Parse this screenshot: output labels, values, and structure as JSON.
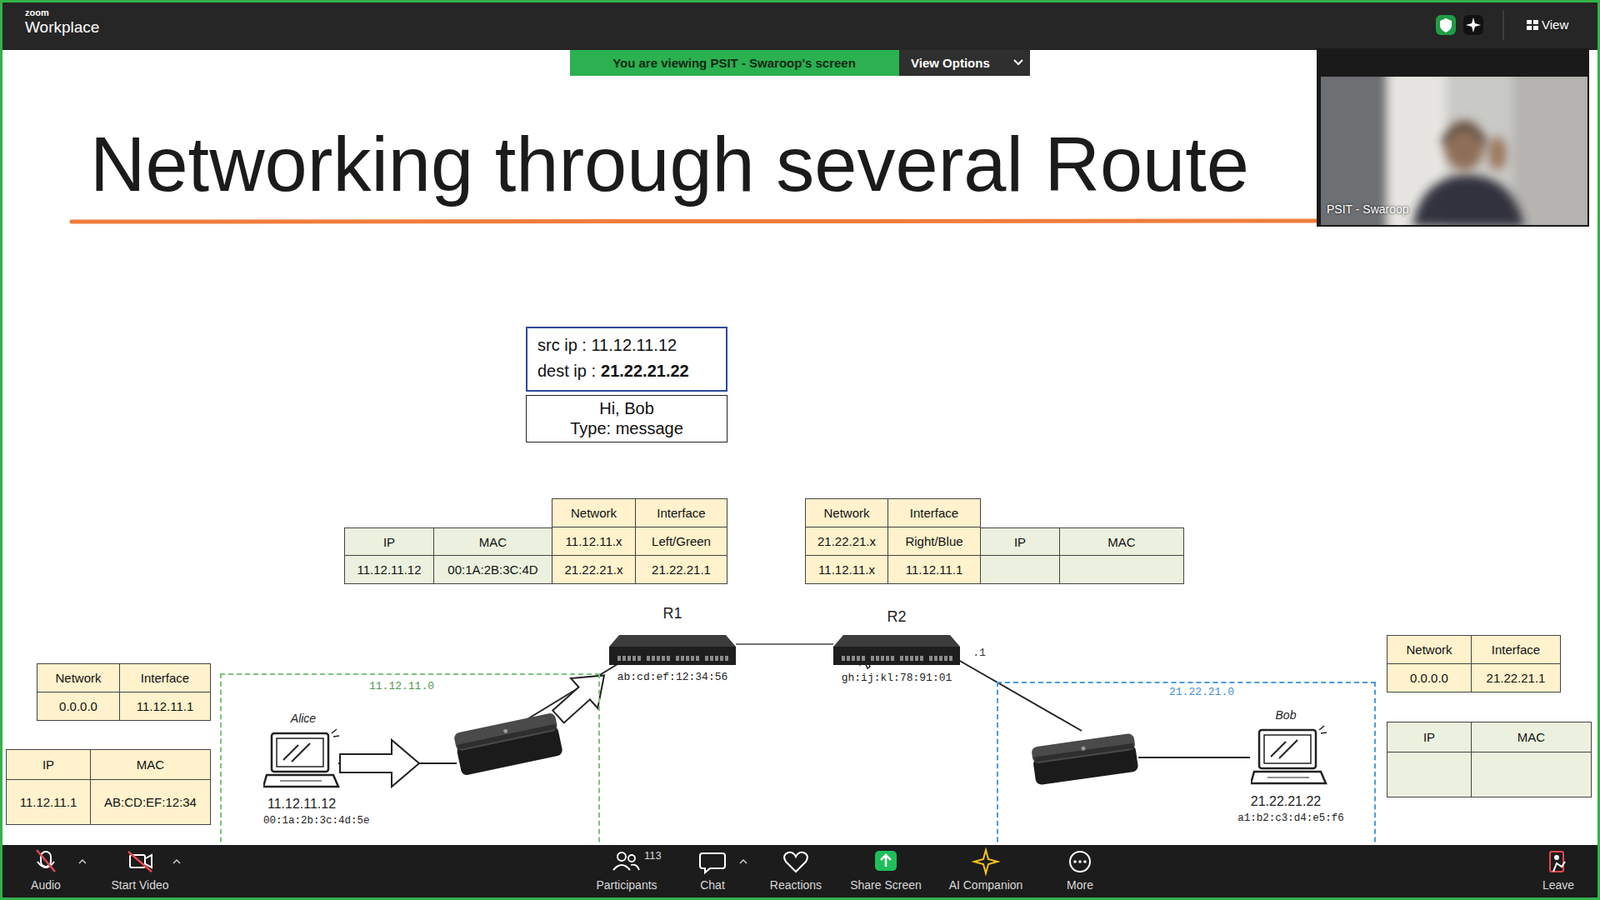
{
  "diagram": {
    "title": "Networking through several Route",
    "nodes": [
      {
        "text": [
          "src ip : 11.12.11.12",
          "dest ip :",
          "21.22.21.22"
        ]
      },
      {
        "text": [
          "Hi, Bob",
          "Type: message"
        ]
      },
      {
        "text": [
          "R1",
          "ab:cd:ef:12:34:56"
        ]
      },
      {
        "text": [
          "R2",
          "gh:ij:kl:78:91:01"
        ]
      },
      {
        "text": [
          "11.12.11.0"
        ]
      },
      {
        "text": [
          "Alice",
          "11.12.11.12",
          "00:1a:2b:3c:4d:5e"
        ],
        "in": 4
      },
      {
        "text": [
          "21.22.21.0"
        ]
      },
      {
        "text": [
          "Bob",
          "21.22.21.22",
          "a1:b2:c3:d4:e5:f6"
        ],
        "in": 6
      }
    ],
    "edges": [
      {
        "from": 2,
        "to": 3,
        "arrow": "none"
      }
    ],
    "labels": [
      "zoom",
      "Workplace",
      "You are viewing PSIT - Swaroop's screen",
      "View Options",
      "View",
      "PSIT - Swaroop",
      "Audio",
      "Start Video",
      "113",
      "Participants",
      "Chat",
      "Reactions",
      "Share Screen",
      "AI Companion",
      "More",
      "Leave",
      "IP",
      "MAC",
      "11.12.11.12",
      "00:1A:2B:3C:4D",
      "Network",
      "Interface",
      "11.12.11.x",
      "Left/Green",
      "21.22.21.x",
      "21.22.21.1",
      "Network",
      "Interface",
      "21.22.21.x",
      "Right/Blue",
      "11.12.11.x",
      "11.12.11.1",
      "IP",
      "MAC",
      "Network",
      "Interface",
      "0.0.0.0",
      "11.12.11.1",
      "IP",
      "MAC",
      "11.12.11.1",
      "AB:CD:EF:12:34",
      "Network",
      "Interface",
      "0.0.0.0",
      "21.22.21.1",
      "IP",
      "MAC",
      ".1"
    ]
  }
}
